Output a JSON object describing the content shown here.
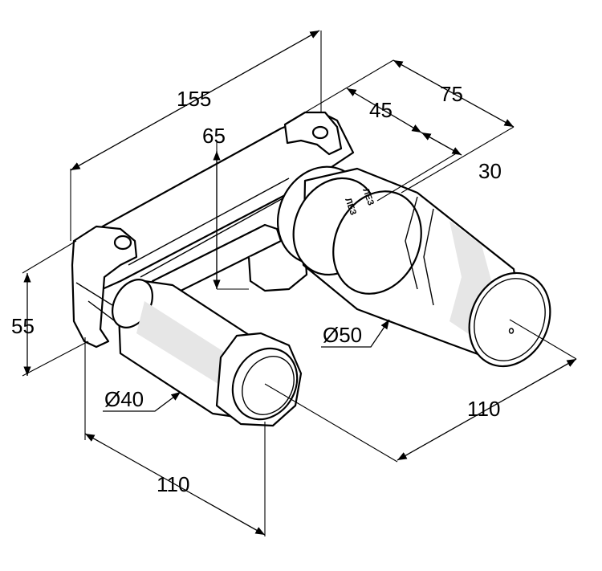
{
  "dimensions": {
    "overall_width": "155",
    "mount_height": "65",
    "depth_total": "75",
    "depth_45": "45",
    "depth_30": "30",
    "left_height": "55",
    "diameter_large": "Ø50",
    "diameter_small": "Ø40",
    "length_large": "110",
    "length_small": "110"
  },
  "colors": {
    "line": "#000000",
    "shade": "#e6e6e6",
    "background": "#ffffff"
  }
}
